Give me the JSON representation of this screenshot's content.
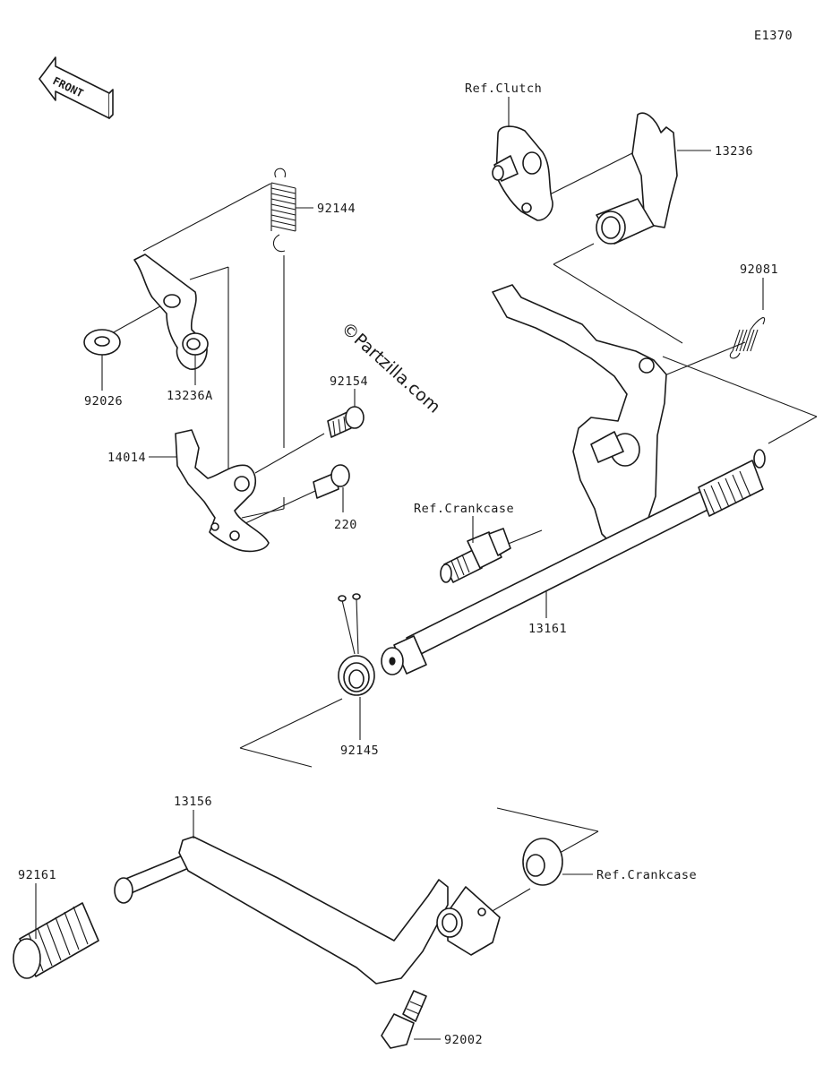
{
  "diagram_code": "E1370",
  "watermark": "©Partzilla.com",
  "front_label": "FRONT",
  "labels": {
    "p92144": "92144",
    "p92026": "92026",
    "p13236A": "13236A",
    "p92154": "92154",
    "p14014": "14014",
    "p220": "220",
    "ref_clutch": "Ref.Clutch",
    "p13236": "13236",
    "p92081": "92081",
    "ref_crankcase_1": "Ref.Crankcase",
    "p13161": "13161",
    "p92145": "92145",
    "p13156": "13156",
    "p92161": "92161",
    "ref_crankcase_2": "Ref.Crankcase",
    "p92002": "92002"
  }
}
